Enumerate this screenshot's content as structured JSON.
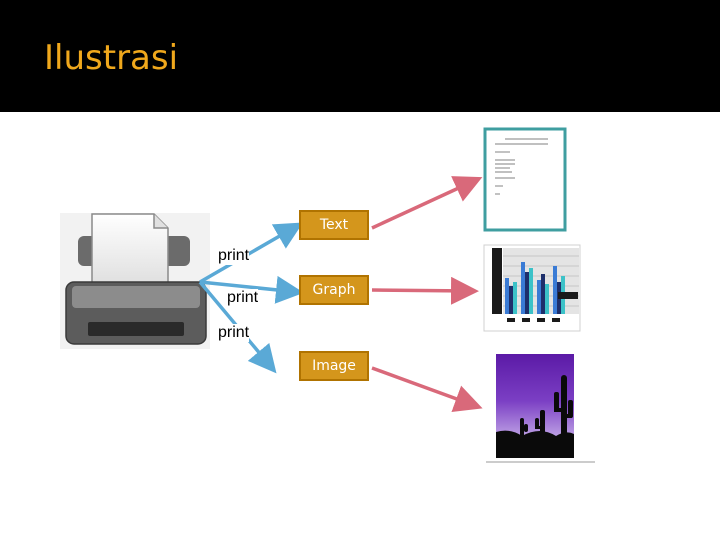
{
  "slide": {
    "title": "Ilustrasi"
  },
  "diagram": {
    "print_labels": [
      "print",
      "print",
      "print"
    ],
    "outputs": [
      {
        "label": "Text",
        "target": "document-thumbnail"
      },
      {
        "label": "Graph",
        "target": "bar-chart-thumbnail"
      },
      {
        "label": "Image",
        "target": "cactus-photo-thumbnail"
      }
    ]
  },
  "colors": {
    "title": "#f0a81c",
    "header_bg": "#000000",
    "box_fill": "#d4961c",
    "box_border": "#b07300",
    "blue_arrow": "#5aa9d6",
    "pink_arrow": "#d9697a"
  },
  "icons": {
    "source": "printer-icon"
  }
}
